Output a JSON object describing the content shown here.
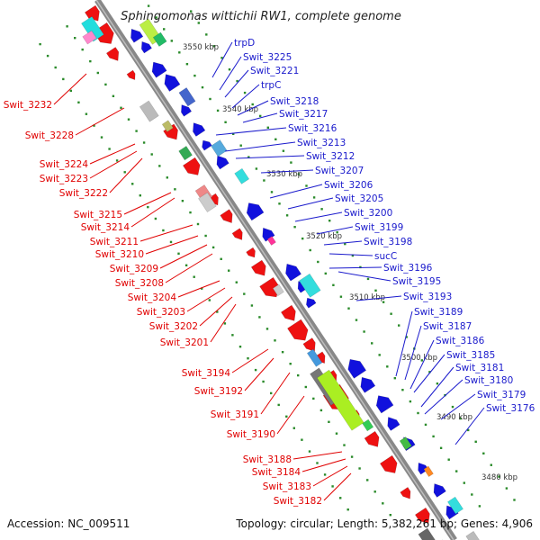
{
  "title": "Sphingomonas wittichii RW1, complete genome",
  "accession": "Accession: NC_009511",
  "topology": "Topology: circular; Length: 5,382,261 bp; Genes: 4,906",
  "colors": {
    "backbone": "#888888",
    "forward_gene": "#ee1111",
    "reverse_gene": "#1111dd",
    "left_label": "#e00000",
    "right_label": "#1a1acc",
    "tick": "#2a8a2a"
  },
  "kbp_marks": [
    "3550 kbp",
    "3540 kbp",
    "3530 kbp",
    "3520 kbp",
    "3510 kbp",
    "3500 kbp",
    "3490 kbp",
    "3480 kbp"
  ],
  "left_labels": [
    "Swit_3232",
    "Swit_3228",
    "Swit_3224",
    "Swit_3223",
    "Swit_3222",
    "Swit_3215",
    "Swit_3214",
    "Swit_3211",
    "Swit_3210",
    "Swit_3209",
    "Swit_3208",
    "Swit_3204",
    "Swit_3203",
    "Swit_3202",
    "Swit_3201",
    "Swit_3194",
    "Swit_3192",
    "Swit_3191",
    "Swit_3190",
    "Swit_3188",
    "Swit_3184",
    "Swit_3183",
    "Swit_3182"
  ],
  "right_labels": [
    "trpD",
    "Swit_3225",
    "Swit_3221",
    "trpC",
    "Swit_3218",
    "Swit_3217",
    "Swit_3216",
    "Swit_3213",
    "Swit_3212",
    "Swit_3207",
    "Swit_3206",
    "Swit_3205",
    "Swit_3200",
    "Swit_3199",
    "Swit_3198",
    "sucC",
    "Swit_3196",
    "Swit_3195",
    "Swit_3193",
    "Swit_3189",
    "Swit_3187",
    "Swit_3186",
    "Swit_3185",
    "Swit_3181",
    "Swit_3180",
    "Swit_3179",
    "Swit_3176"
  ]
}
